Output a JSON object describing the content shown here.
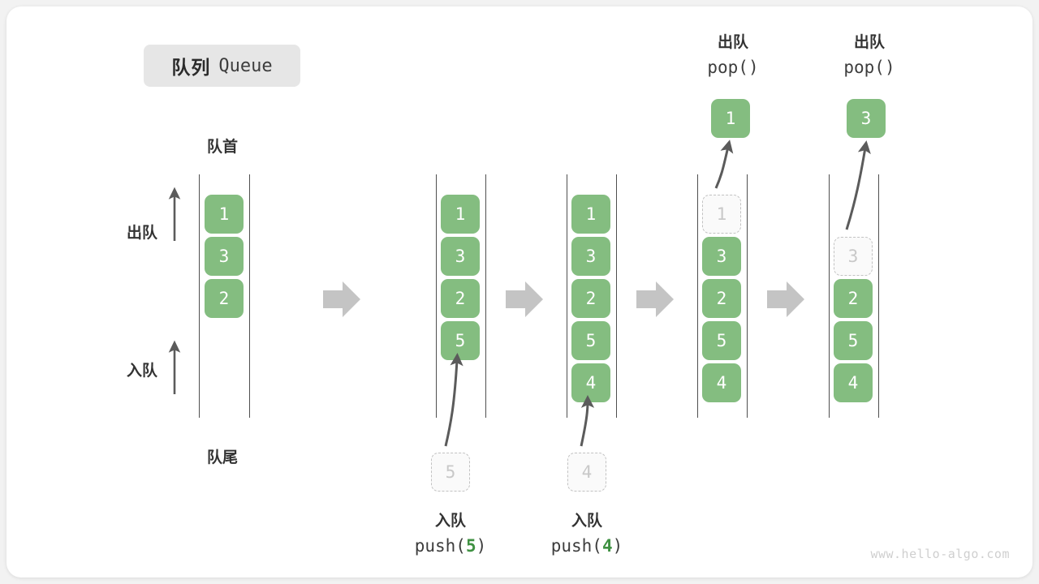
{
  "title": {
    "cn": "队列",
    "en": "Queue"
  },
  "labels": {
    "head": "队首",
    "tail": "队尾",
    "dequeue": "出队",
    "enqueue": "入队"
  },
  "watermark": "www.hello-algo.com",
  "colors": {
    "element_green": "#84bd80",
    "ghost_fill": "#fafafa",
    "ghost_border": "#c2c2c2",
    "rail": "#4f4f4f",
    "flow_arrow": "#c4c4c4",
    "op_arrow": "#5b5b5b",
    "badge_bg": "#e6e6e6",
    "card_bg": "#ffffff",
    "page_bg": "#f2f2f2"
  },
  "stages": [
    {
      "id": "initial",
      "column_items": [
        "1",
        "3",
        "2"
      ],
      "ghost_slot": null,
      "ghost_value": null,
      "external_value": null,
      "op_cn": null,
      "op_code": null,
      "op_num": null
    },
    {
      "id": "push-5",
      "column_items": [
        "1",
        "3",
        "2",
        "5"
      ],
      "ghost_slot": null,
      "ghost_value": null,
      "external_value": "5",
      "op_cn": "入队",
      "op_code_prefix": "push(",
      "op_num": "5",
      "op_code_suffix": ")"
    },
    {
      "id": "push-4",
      "column_items": [
        "1",
        "3",
        "2",
        "5",
        "4"
      ],
      "ghost_slot": null,
      "ghost_value": null,
      "external_value": "4",
      "op_cn": "入队",
      "op_code_prefix": "push(",
      "op_num": "4",
      "op_code_suffix": ")"
    },
    {
      "id": "pop-1",
      "column_items": [
        "3",
        "2",
        "5",
        "4"
      ],
      "ghost_slot": 0,
      "ghost_value": "1",
      "external_value": "1",
      "op_cn": "出队",
      "op_code_prefix": "pop(",
      "op_num": "",
      "op_code_suffix": ")"
    },
    {
      "id": "pop-3",
      "column_items": [
        "2",
        "5",
        "4"
      ],
      "ghost_slot": 1,
      "ghost_value": "3",
      "external_value": "3",
      "op_cn": "出队",
      "op_code_prefix": "pop(",
      "op_num": "",
      "op_code_suffix": ")"
    }
  ]
}
